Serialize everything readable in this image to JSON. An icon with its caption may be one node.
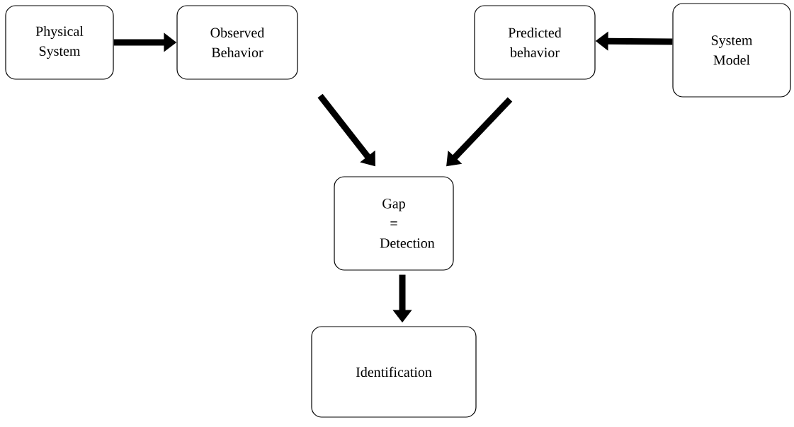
{
  "diagram": {
    "nodes": [
      {
        "text": [
          "Physical System"
        ]
      },
      {
        "text": [
          "Observed Behavior"
        ]
      },
      {
        "text": [
          "Predicted behavior"
        ]
      },
      {
        "text": [
          "System Model"
        ]
      },
      {
        "text": [
          "Gap = Detection"
        ]
      },
      {
        "text": [
          "Identification"
        ]
      }
    ],
    "edges": [
      {
        "from": 0,
        "to": 1,
        "arrow": "to"
      },
      {
        "from": 3,
        "to": 2,
        "arrow": "to"
      },
      {
        "from": 1,
        "to": 4,
        "arrow": "to"
      },
      {
        "from": 2,
        "to": 4,
        "arrow": "to"
      },
      {
        "from": 4,
        "to": 5,
        "arrow": "to"
      }
    ]
  }
}
